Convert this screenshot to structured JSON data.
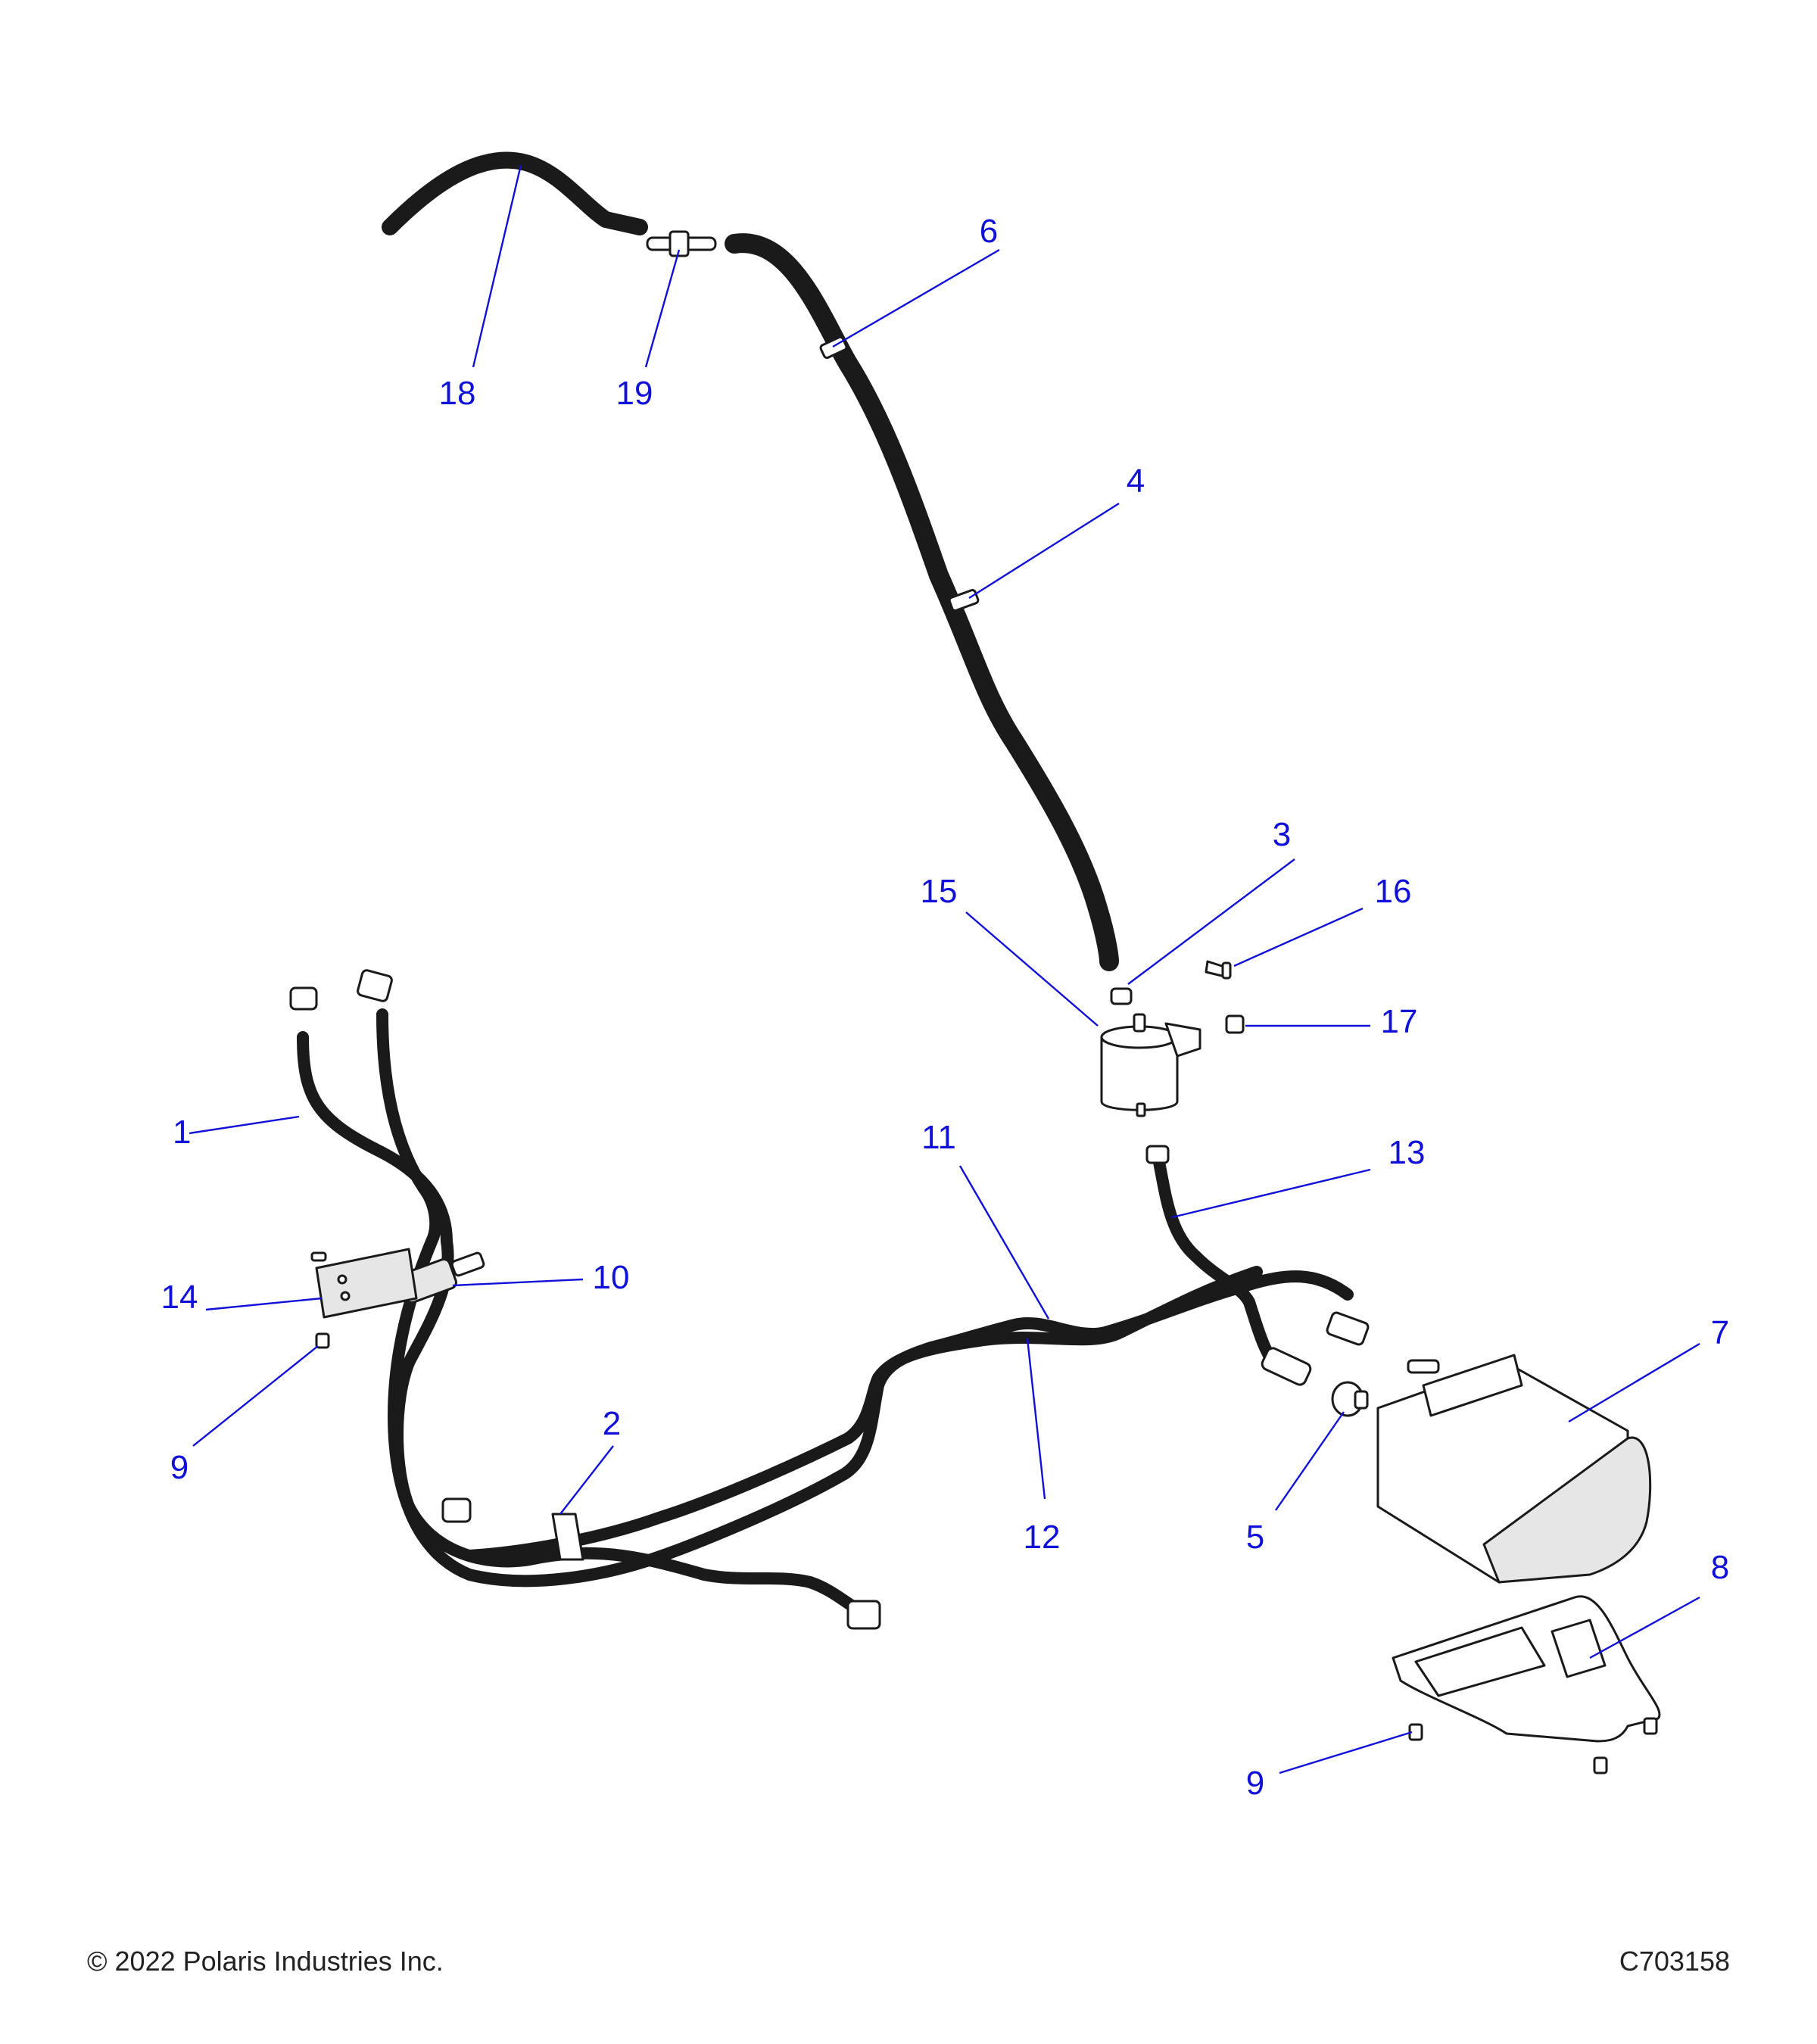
{
  "diagram": {
    "callouts": [
      {
        "id": "1",
        "label": "1"
      },
      {
        "id": "2",
        "label": "2"
      },
      {
        "id": "3",
        "label": "3"
      },
      {
        "id": "4",
        "label": "4"
      },
      {
        "id": "5",
        "label": "5"
      },
      {
        "id": "6",
        "label": "6"
      },
      {
        "id": "7",
        "label": "7"
      },
      {
        "id": "8",
        "label": "8"
      },
      {
        "id": "9a",
        "label": "9"
      },
      {
        "id": "9b",
        "label": "9"
      },
      {
        "id": "10",
        "label": "10"
      },
      {
        "id": "11",
        "label": "11"
      },
      {
        "id": "12",
        "label": "12"
      },
      {
        "id": "13",
        "label": "13"
      },
      {
        "id": "14",
        "label": "14"
      },
      {
        "id": "15",
        "label": "15"
      },
      {
        "id": "16",
        "label": "16"
      },
      {
        "id": "17",
        "label": "17"
      },
      {
        "id": "18",
        "label": "18"
      },
      {
        "id": "19",
        "label": "19"
      }
    ],
    "colors": {
      "callout": "#1010d8",
      "line": "#1a1a1a",
      "shade": "#e6e6e6",
      "background": "#ffffff"
    }
  },
  "footer": {
    "copyright": "© 2022 Polaris Industries Inc.",
    "drawing_number": "C703158"
  }
}
